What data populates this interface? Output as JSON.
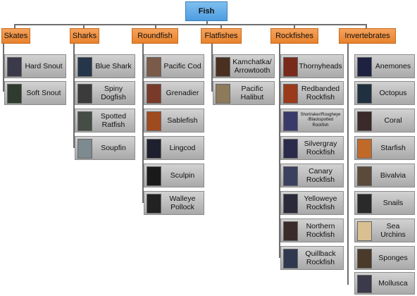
{
  "root": {
    "label": "Fish"
  },
  "categories": [
    {
      "label": "Skates"
    },
    {
      "label": "Sharks"
    },
    {
      "label": "Roundfish"
    },
    {
      "label": "Flatfishes"
    },
    {
      "label": "Rockfishes"
    },
    {
      "label": "Invertebrates"
    }
  ],
  "leaves": {
    "skates": [
      {
        "label": "Hard Snout",
        "thumb": "#3a3a4a"
      },
      {
        "label": "Soft Snout",
        "thumb": "#2e3b2e"
      }
    ],
    "sharks": [
      {
        "label": "Blue Shark",
        "thumb": "#26364a"
      },
      {
        "label": "Spiny\nDogfish",
        "thumb": "#3b3b3b"
      },
      {
        "label": "Spotted\nRatfish",
        "thumb": "#454d45"
      },
      {
        "label": "Soupfin",
        "thumb": "#7d8a90"
      }
    ],
    "roundfish": [
      {
        "label": "Pacific Cod",
        "thumb": "#7a5a48"
      },
      {
        "label": "Grenadier",
        "thumb": "#7a3a2a"
      },
      {
        "label": "Sablefish",
        "thumb": "#a04a20"
      },
      {
        "label": "Lingcod",
        "thumb": "#1e2030"
      },
      {
        "label": "Sculpin",
        "thumb": "#1a1a1a"
      },
      {
        "label": "Walleye\nPollock",
        "thumb": "#222"
      }
    ],
    "flatfishes": [
      {
        "label": "Kamchatka/\nArrowtooth",
        "thumb": "#4a3020"
      },
      {
        "label": "Pacific\nHalibut",
        "thumb": "#8c7a5a"
      }
    ],
    "rockfishes": [
      {
        "label": "Thornyheads",
        "thumb": "#7a2a1a"
      },
      {
        "label": "Redbanded\nRockfish",
        "thumb": "#9a3a1a"
      },
      {
        "label": "Shortraker/Rougheye\n/Blackspotted\nRockfish",
        "thumb": "#3a3a6a"
      },
      {
        "label": "Silvergray\nRockfish",
        "thumb": "#2a2a4a"
      },
      {
        "label": "Canary\nRockfish",
        "thumb": "#3a4060"
      },
      {
        "label": "Yelloweye\nRockfish",
        "thumb": "#2a2a3a"
      },
      {
        "label": "Northern\nRockfish",
        "thumb": "#3a2a2a"
      },
      {
        "label": "Quillback\nRockfish",
        "thumb": "#303850"
      }
    ],
    "invertebrates": [
      {
        "label": "Anemones",
        "thumb": "#1e2240"
      },
      {
        "label": "Octopus",
        "thumb": "#203040"
      },
      {
        "label": "Coral",
        "thumb": "#3a2a2a"
      },
      {
        "label": "Starfish",
        "thumb": "#c06a2a"
      },
      {
        "label": "Bivalvia",
        "thumb": "#5a4a3a"
      },
      {
        "label": "Snails",
        "thumb": "#2a2a2a"
      },
      {
        "label": "Sea Urchins",
        "thumb": "#d8c090"
      },
      {
        "label": "Sponges",
        "thumb": "#4a3a2a"
      },
      {
        "label": "Mollusca",
        "thumb": "#3a3a4a"
      }
    ]
  }
}
